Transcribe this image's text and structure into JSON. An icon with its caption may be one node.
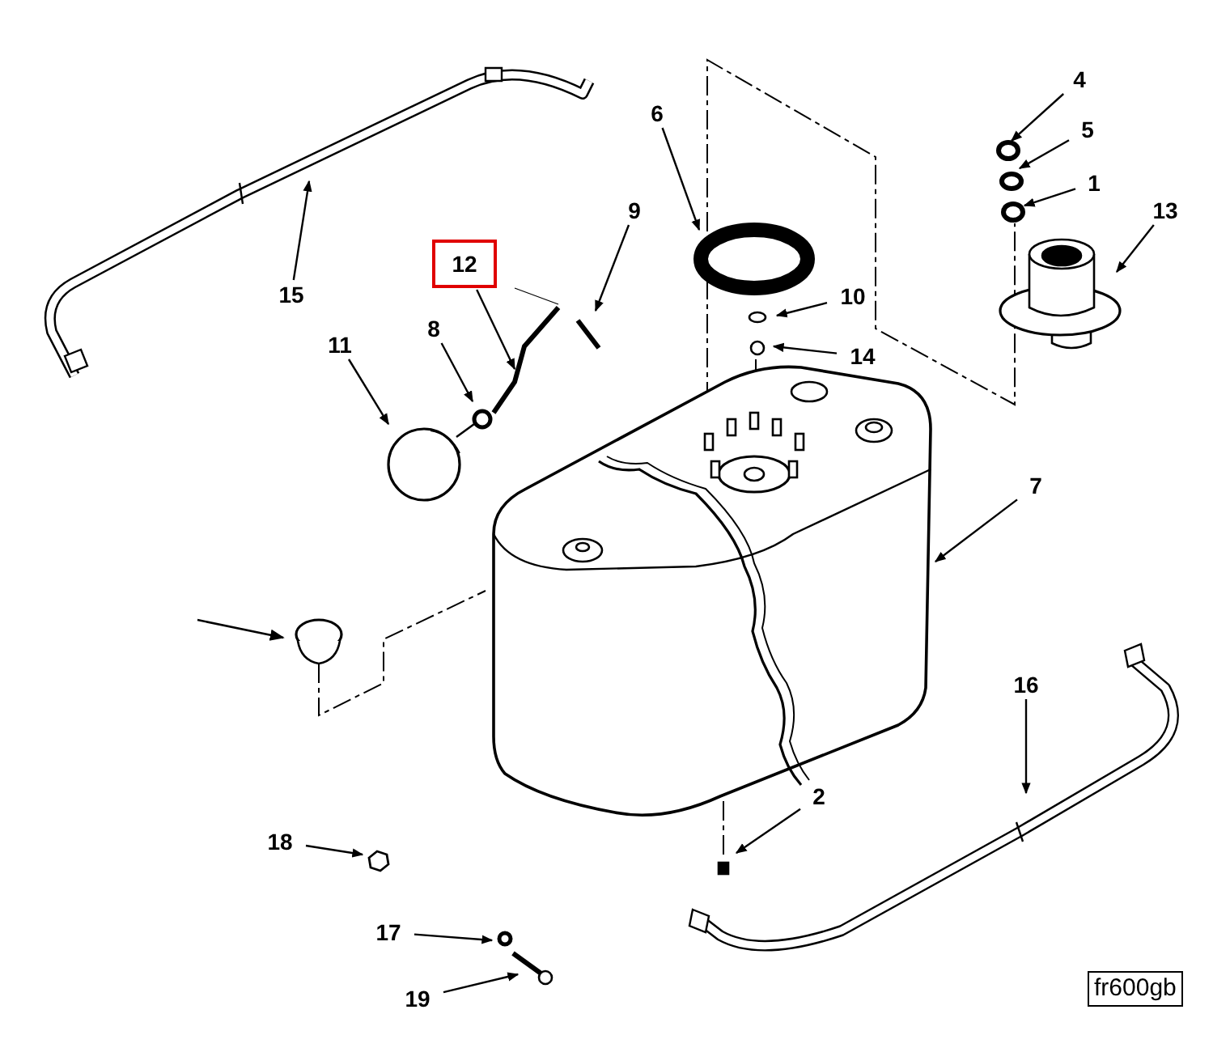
{
  "diagram": {
    "nodes": [
      {
        "text": [
          "4"
        ]
      },
      {
        "text": [
          "5"
        ]
      },
      {
        "text": [
          "1"
        ]
      },
      {
        "text": [
          "6"
        ]
      },
      {
        "text": [
          "9"
        ]
      },
      {
        "text": [
          "12"
        ]
      },
      {
        "text": [
          "13"
        ]
      },
      {
        "text": [
          "10"
        ]
      },
      {
        "text": [
          "14"
        ]
      },
      {
        "text": [
          "15"
        ]
      },
      {
        "text": [
          "11"
        ]
      },
      {
        "text": [
          "8"
        ]
      },
      {
        "text": [
          "7"
        ]
      },
      {
        "text": [
          "2"
        ]
      },
      {
        "text": [
          "16"
        ]
      },
      {
        "text": [
          "18"
        ]
      },
      {
        "text": [
          "17"
        ]
      },
      {
        "text": [
          "19"
        ]
      }
    ],
    "edges": [
      {
        "from": 0,
        "to": null,
        "arrow": "to"
      },
      {
        "from": 1,
        "to": null,
        "arrow": "to"
      },
      {
        "from": 2,
        "to": null,
        "arrow": "to"
      },
      {
        "from": 3,
        "to": null,
        "arrow": "to"
      },
      {
        "from": 4,
        "to": null,
        "arrow": "to"
      },
      {
        "from": 5,
        "to": null,
        "arrow": "to"
      },
      {
        "from": 6,
        "to": null,
        "arrow": "to"
      },
      {
        "from": 7,
        "to": null,
        "arrow": "to"
      },
      {
        "from": 8,
        "to": null,
        "arrow": "to"
      },
      {
        "from": 9,
        "to": null,
        "arrow": "to"
      },
      {
        "from": 10,
        "to": null,
        "arrow": "to"
      },
      {
        "from": 11,
        "to": null,
        "arrow": "to"
      },
      {
        "from": 12,
        "to": null,
        "arrow": "to"
      },
      {
        "from": 13,
        "to": null,
        "arrow": "to"
      },
      {
        "from": 14,
        "to": null,
        "arrow": "to"
      },
      {
        "from": 15,
        "to": null,
        "arrow": "to"
      },
      {
        "from": 16,
        "to": null,
        "arrow": "to"
      },
      {
        "from": 17,
        "to": null,
        "arrow": "to"
      }
    ],
    "labels": [
      "fr600gb"
    ]
  }
}
